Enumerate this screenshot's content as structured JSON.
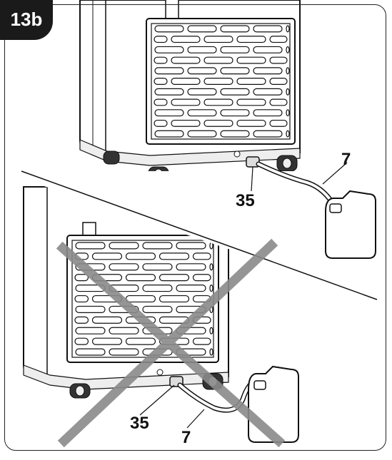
{
  "figure": {
    "badge": "13b",
    "correct_panel": {
      "hose_label": "7",
      "connector_label": "35"
    },
    "incorrect_panel": {
      "hose_label": "7",
      "connector_label": "35",
      "mark": "cross"
    }
  },
  "colors": {
    "line": "#111111",
    "fill": "#ffffff",
    "shade": "#eeeeee",
    "cross": "#8a8a8a",
    "badge": "#1a1a1a"
  }
}
